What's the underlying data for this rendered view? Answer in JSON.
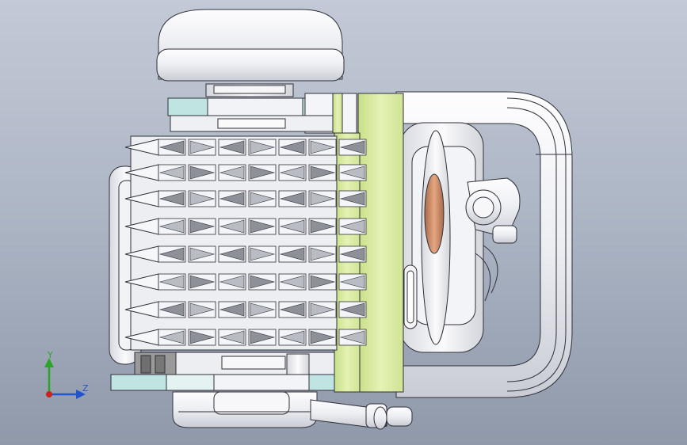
{
  "viewport": {
    "background_top": "#c3c9d6",
    "background_bottom": "#8f99aa"
  },
  "model": {
    "parts": [
      "motor-cap",
      "cooling-fins",
      "mount-plate",
      "roll-frame",
      "pump-housing",
      "flywheel",
      "muffler",
      "hose-fitting"
    ],
    "colors": {
      "body": "#ecedf1",
      "edge": "#303038",
      "accent_plate": "#d9ec9c",
      "cyan_plate": "#bfe4e2",
      "copper": "#c98862"
    }
  },
  "triad": {
    "y_label": "Y",
    "z_label": "Z",
    "y_color": "#2aa52a",
    "z_color": "#2255cc",
    "x_color": "#cc2222"
  }
}
